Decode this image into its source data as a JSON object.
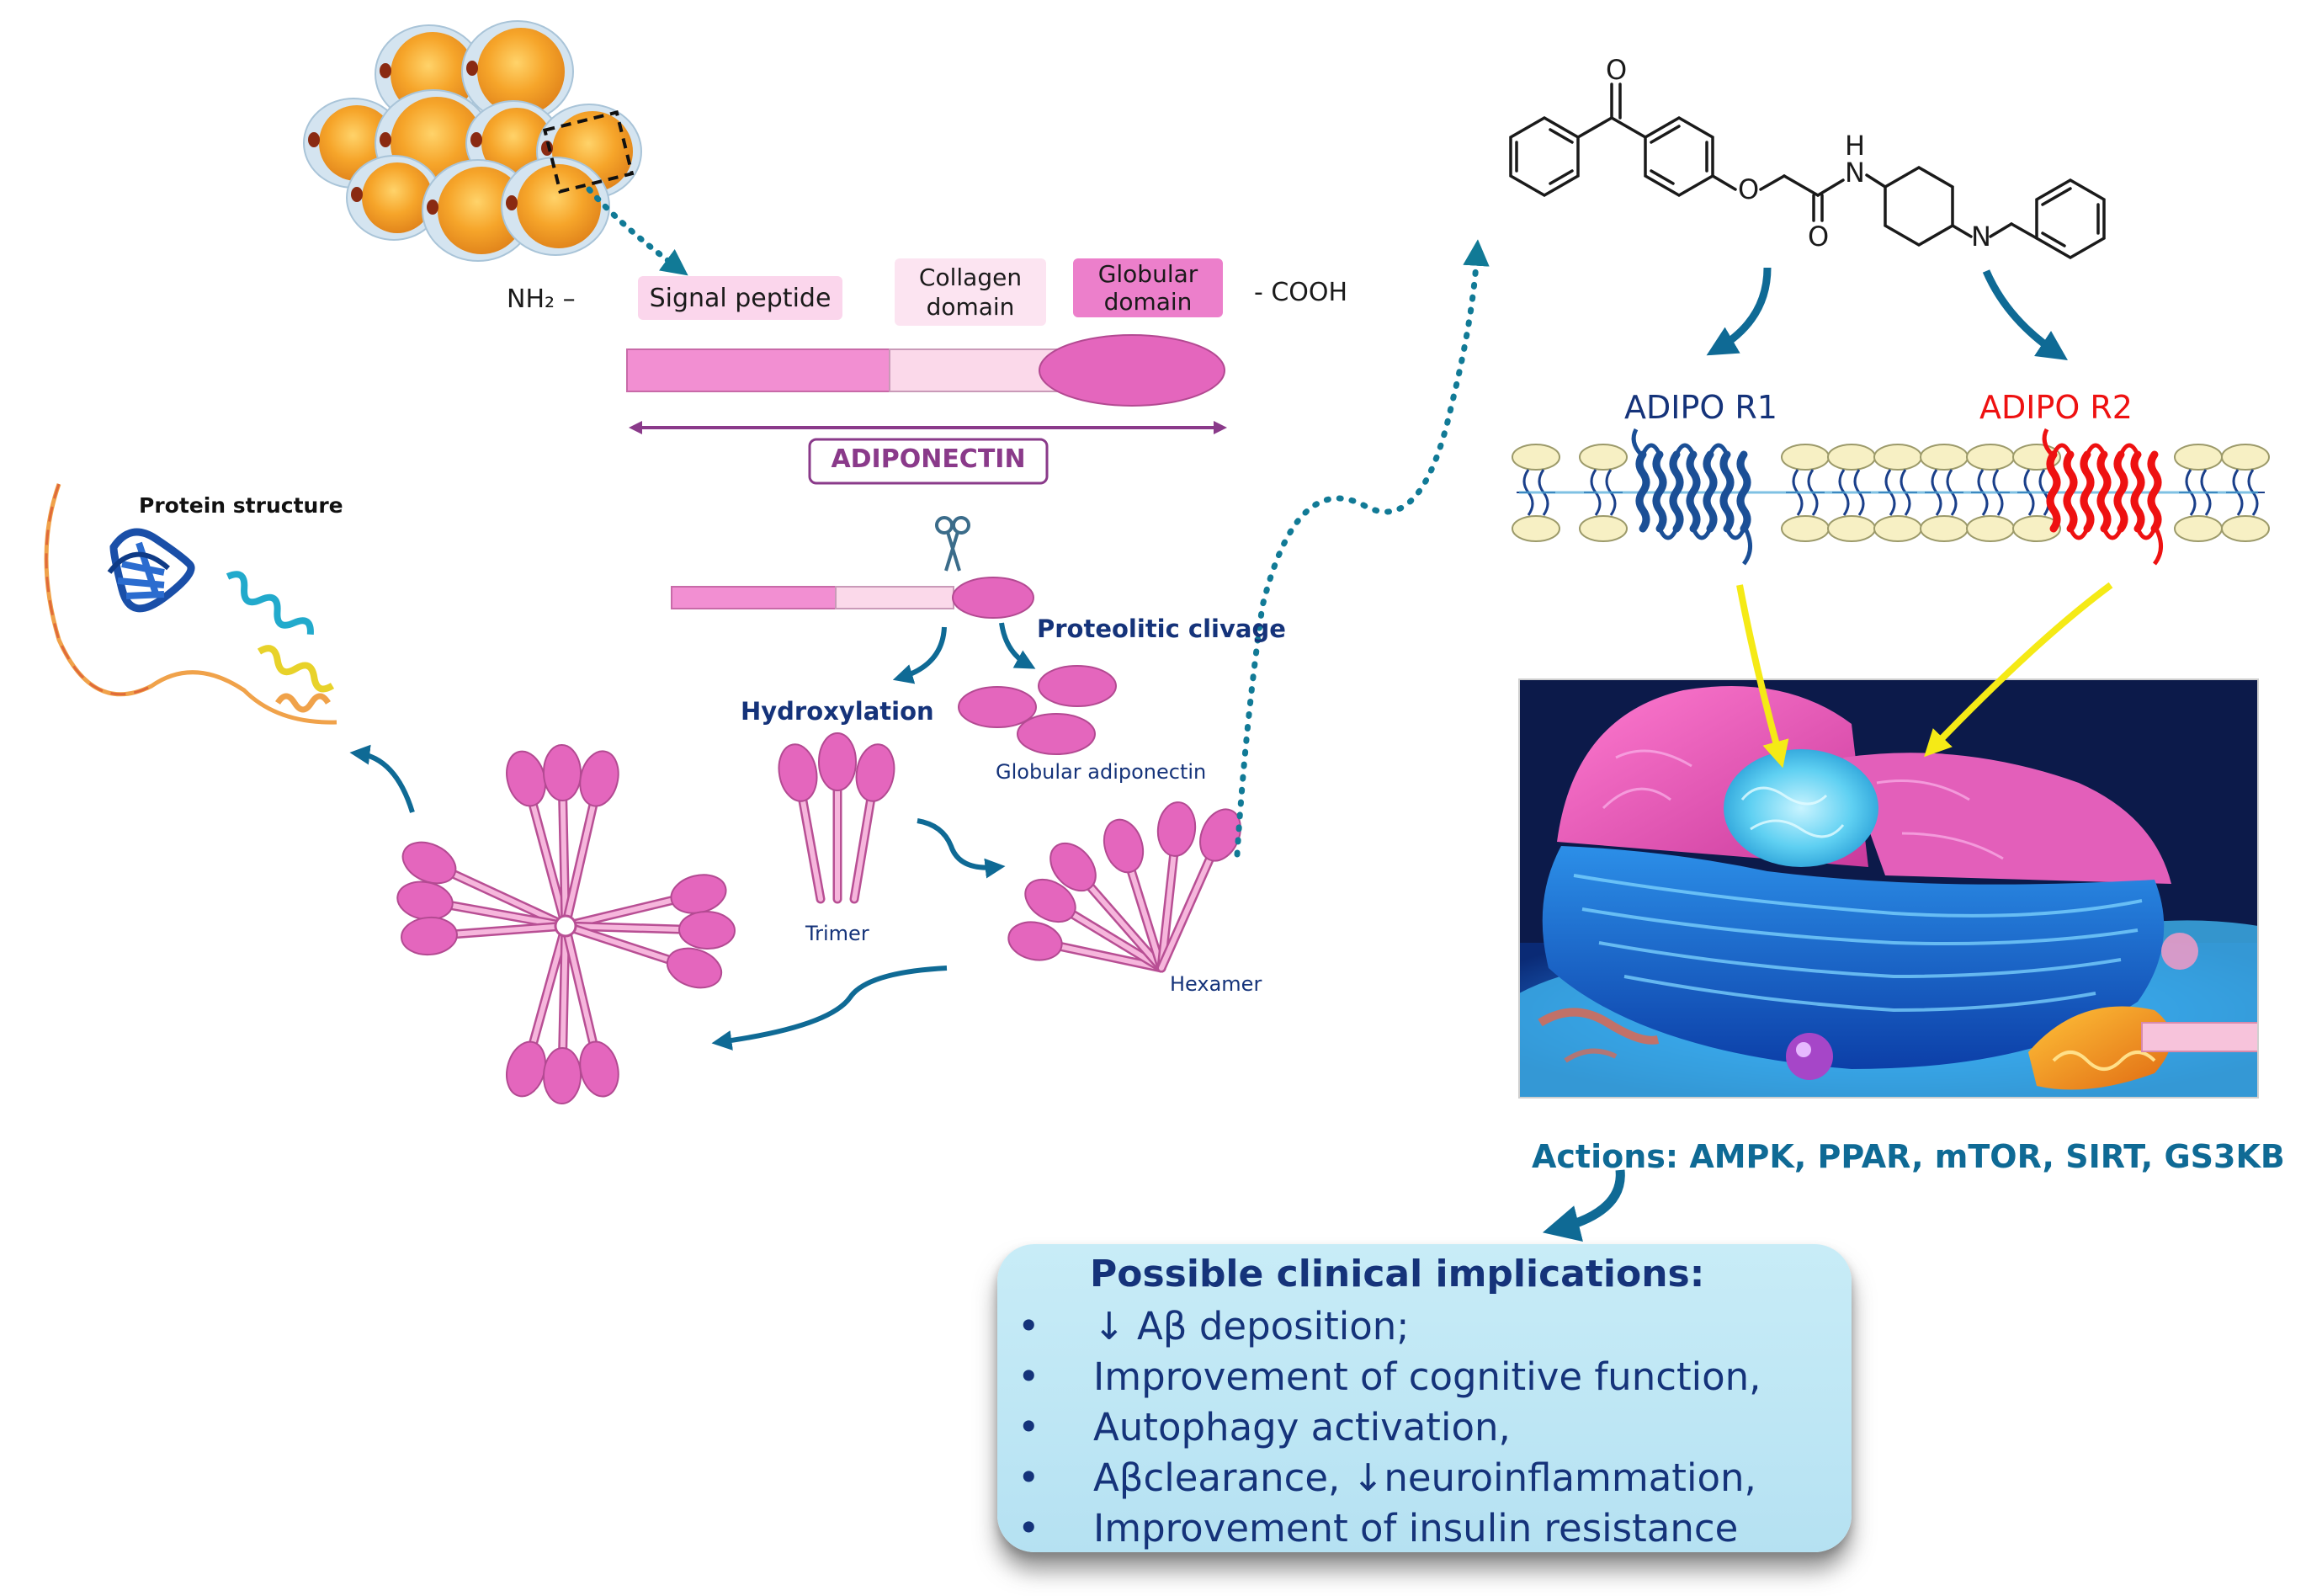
{
  "protein": {
    "n_terminus": "NH₂ –",
    "c_terminus": "- COOH",
    "signal_peptide": "Signal peptide",
    "collagen_domain_line1": "Collagen",
    "collagen_domain_line2": "domain",
    "globular_domain_line1": "Globular",
    "globular_domain_line2": "domain",
    "name": "ADIPONECTIN"
  },
  "structure": {
    "title": "Protein structure"
  },
  "processing": {
    "proteolytic": "Proteolitic clivage",
    "hydroxylation": "Hydroxylation",
    "globular": "Globular adiponectin",
    "trimer": "Trimer",
    "hexamer": "Hexamer"
  },
  "receptors": {
    "r1": "ADIPO R1",
    "r2": "ADIPO R2"
  },
  "molecule": {
    "oxygen": "O",
    "nitrogen": "N",
    "hydrogen": "H"
  },
  "actions": "Actions: AMPK, PPAR, mTOR, SIRT, GS3KB",
  "clinical": {
    "title": "Possible clinical implications:",
    "bullet": "•",
    "items": [
      "↓ Aβ deposition;",
      "Improvement of cognitive function,",
      "Autophagy activation,",
      "Aβclearance, ↓neuroinflammation,",
      "Improvement of insulin resistance"
    ]
  },
  "colors": {
    "pink": "#e466bd",
    "light_pink": "#f6b6dc",
    "pale_pink": "#fbd9ea",
    "navy": "#15337a",
    "teal": "#0f6a95",
    "receptor_r1": "#1b4f96",
    "receptor_r2": "#ee1111",
    "signal_arrow": "#f5ea16"
  }
}
